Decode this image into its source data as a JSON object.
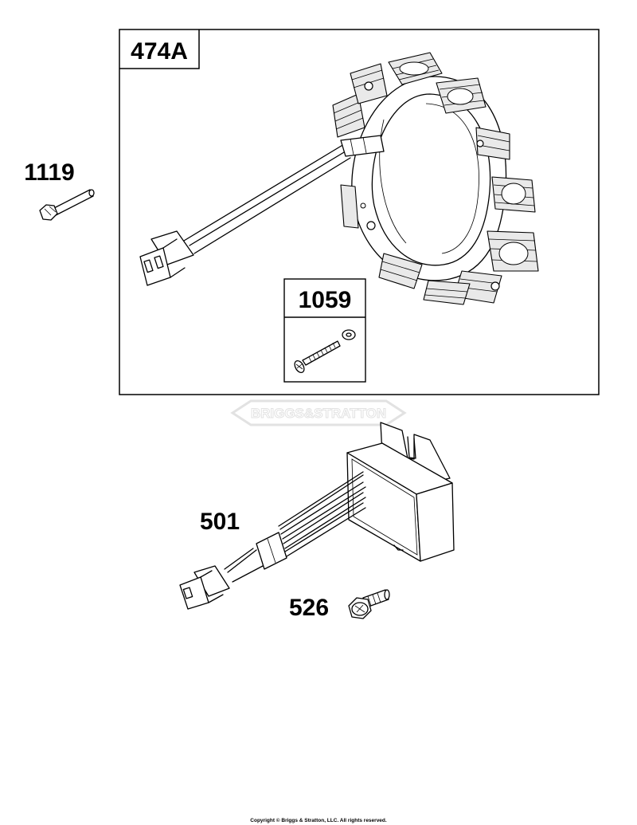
{
  "diagram": {
    "callouts": {
      "stator_box": "474A",
      "screw_kit_box": "1059",
      "bolt": "1119",
      "regulator": "501",
      "screw": "526"
    },
    "watermark": "BRIGGS&STRATTON",
    "copyright": "Copyright © Briggs & Stratton, LLC. All rights reserved."
  }
}
